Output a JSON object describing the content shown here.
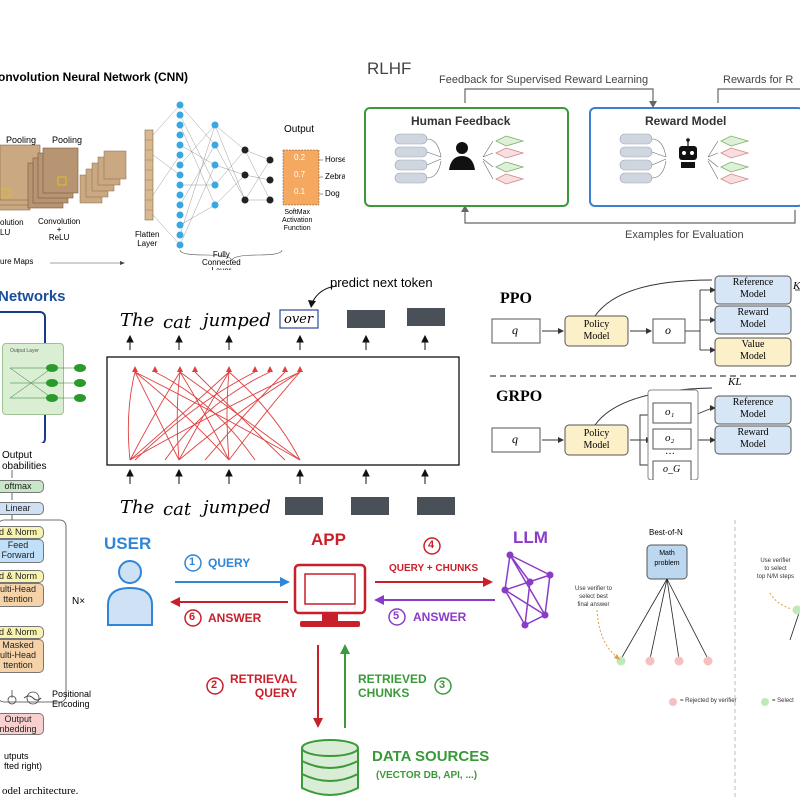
{
  "cnn": {
    "title": "onvolution Neural Network (CNN)",
    "pooling_1": "Pooling",
    "pooling_2": "Pooling",
    "conv_1": "olution\nLU",
    "conv_2": "Convolution\n+\nReLU",
    "flatten": "Flatten\nLayer",
    "fully_connected": "Fully\nConnected\nLayer",
    "output": "Output",
    "output_values": [
      "0.2",
      "0.7",
      "0.1"
    ],
    "classes": [
      "Horse",
      "Zebra",
      "Dog"
    ],
    "softmax": "SoftMax\nActivation\nFunction",
    "feature_maps": "ure Maps"
  },
  "rlhf": {
    "title": "RLHF",
    "feedback_label": "Feedback for Supervised Reward Learning",
    "rewards_label": "Rewards for R",
    "human_feedback": "Human Feedback",
    "reward_model": "Reward Model",
    "examples_label": "Examples for Evaluation",
    "colors": {
      "green": "#3a9a3a",
      "blue": "#3a7fd0"
    }
  },
  "nn": {
    "title": "Networks",
    "output_layer": "Output Layer"
  },
  "next_token": {
    "predict_label": "predict next token",
    "top_words": [
      "The",
      "cat",
      "jumped"
    ],
    "predicted": "over",
    "bottom_words": [
      "The",
      "cat",
      "jumped"
    ]
  },
  "ppo": {
    "ppo_title": "PPO",
    "grpo_title": "GRPO",
    "q": "q",
    "policy_model": "Policy\nModel",
    "o": "o",
    "reference_model": "Reference\nModel",
    "reward_model": "Reward\nModel",
    "value_model": "Value\nModel",
    "kl": "KL",
    "kl_trunc": "K",
    "o1": "o₁",
    "o2": "o₂",
    "odots": "···",
    "oG": "o_G"
  },
  "transformer": {
    "output_probs": "Output\nobabilities",
    "softmax": "oftmax",
    "linear": "Linear",
    "add_norm": "d & Norm",
    "feed_forward": "Feed\nForward",
    "multi_head": "ulti-Head\nttention",
    "masked": "Masked\nulti-Head\nttention",
    "nx": "N×",
    "positional": "Positional\nEncoding",
    "output_embedding": "Output\nnbedding",
    "outputs": "utputs\nfted right)",
    "caption": "odel architecture."
  },
  "rag": {
    "user": "USER",
    "app": "APP",
    "llm": "LLM",
    "steps": [
      {
        "num": "1",
        "label": "QUERY"
      },
      {
        "num": "6",
        "label": "ANSWER"
      },
      {
        "num": "4",
        "label": "QUERY + CHUNKS"
      },
      {
        "num": "5",
        "label": "ANSWER"
      },
      {
        "num": "2",
        "label": "RETRIEVAL\nQUERY"
      },
      {
        "num": "3",
        "label": "RETRIEVED\nCHUNKS"
      }
    ],
    "data_sources": "DATA SOURCES",
    "data_sources_sub": "(VECTOR DB, API, ...)",
    "colors": {
      "blue": "#2f86d6",
      "red": "#c8202a",
      "purple": "#8a3bc8",
      "green": "#3a9a3a"
    }
  },
  "bon": {
    "title": "Best-of-N",
    "box": "Math\nproblem",
    "note": "Use verifier to\nselect best\nfinal answer",
    "note2": "Use verifier\nto select\ntop N/M steps",
    "legend_rejected": "= Rejected by verifier",
    "legend_selected": "= Select"
  }
}
